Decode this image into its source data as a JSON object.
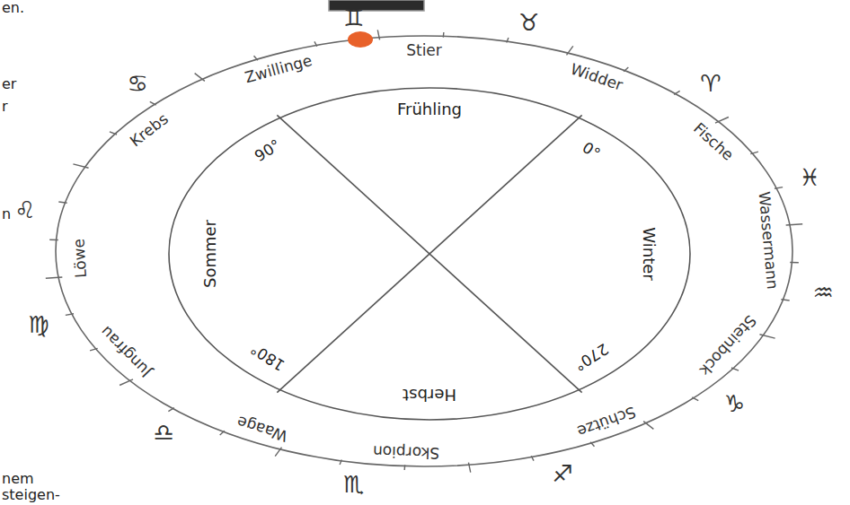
{
  "diagram": {
    "labels": [
      "Stier",
      "Widder",
      "Fische",
      "Wassermann",
      "Steinbock",
      "Schütze",
      "Skorpion",
      "Waage",
      "Jungfrau",
      "Löwe",
      "Krebs",
      "Zwillinge",
      "♊",
      "♉",
      "♈",
      "♓",
      "♒",
      "♑",
      "♐",
      "♏",
      "♎",
      "♍",
      "♌",
      "♋",
      "Frühling",
      "Sommer",
      "Herbst",
      "Winter",
      "0°",
      "90°",
      "180°",
      "270°",
      "en.",
      "er",
      "r",
      "n",
      "nem",
      "steigen-"
    ]
  }
}
